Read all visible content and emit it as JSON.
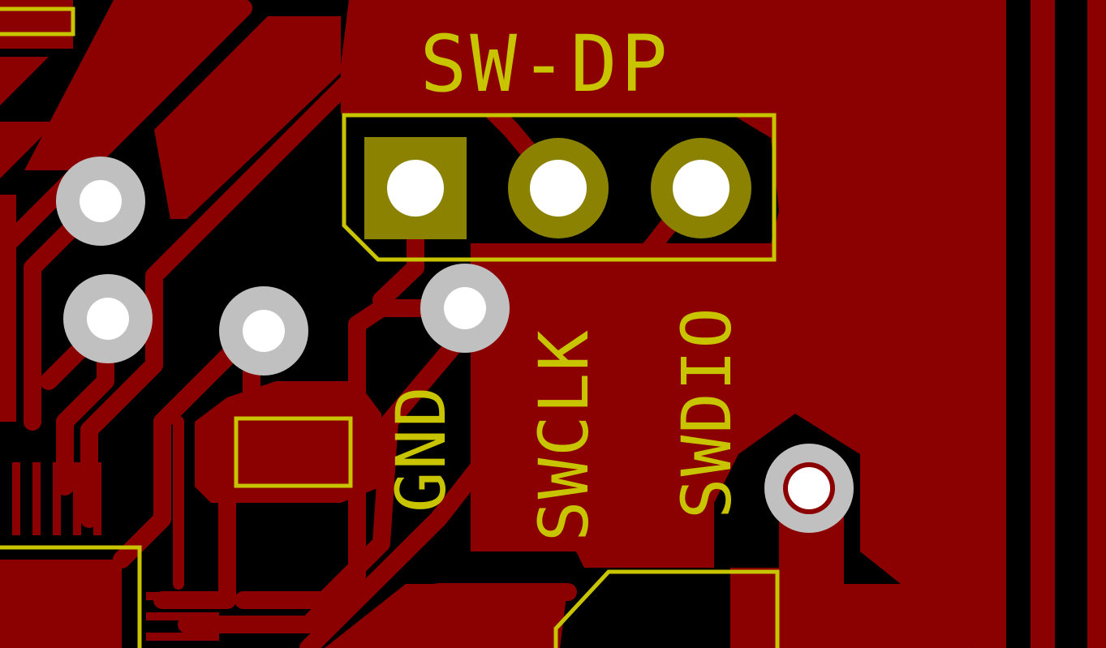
{
  "colors": {
    "background": "#000000",
    "copper": "#8b0000",
    "silkscreen": "#c8c400",
    "pad": "#8a8200",
    "via_ring": "#c0c0c0",
    "drill": "#ffffff"
  },
  "header": {
    "title": "SW-DP",
    "pins": [
      {
        "label": "GND",
        "pad_shape": "square"
      },
      {
        "label": "SWCLK",
        "pad_shape": "round"
      },
      {
        "label": "SWDIO",
        "pad_shape": "round"
      }
    ]
  },
  "icons": {
    "via": "via-icon",
    "pad": "through-hole-pad-icon"
  }
}
